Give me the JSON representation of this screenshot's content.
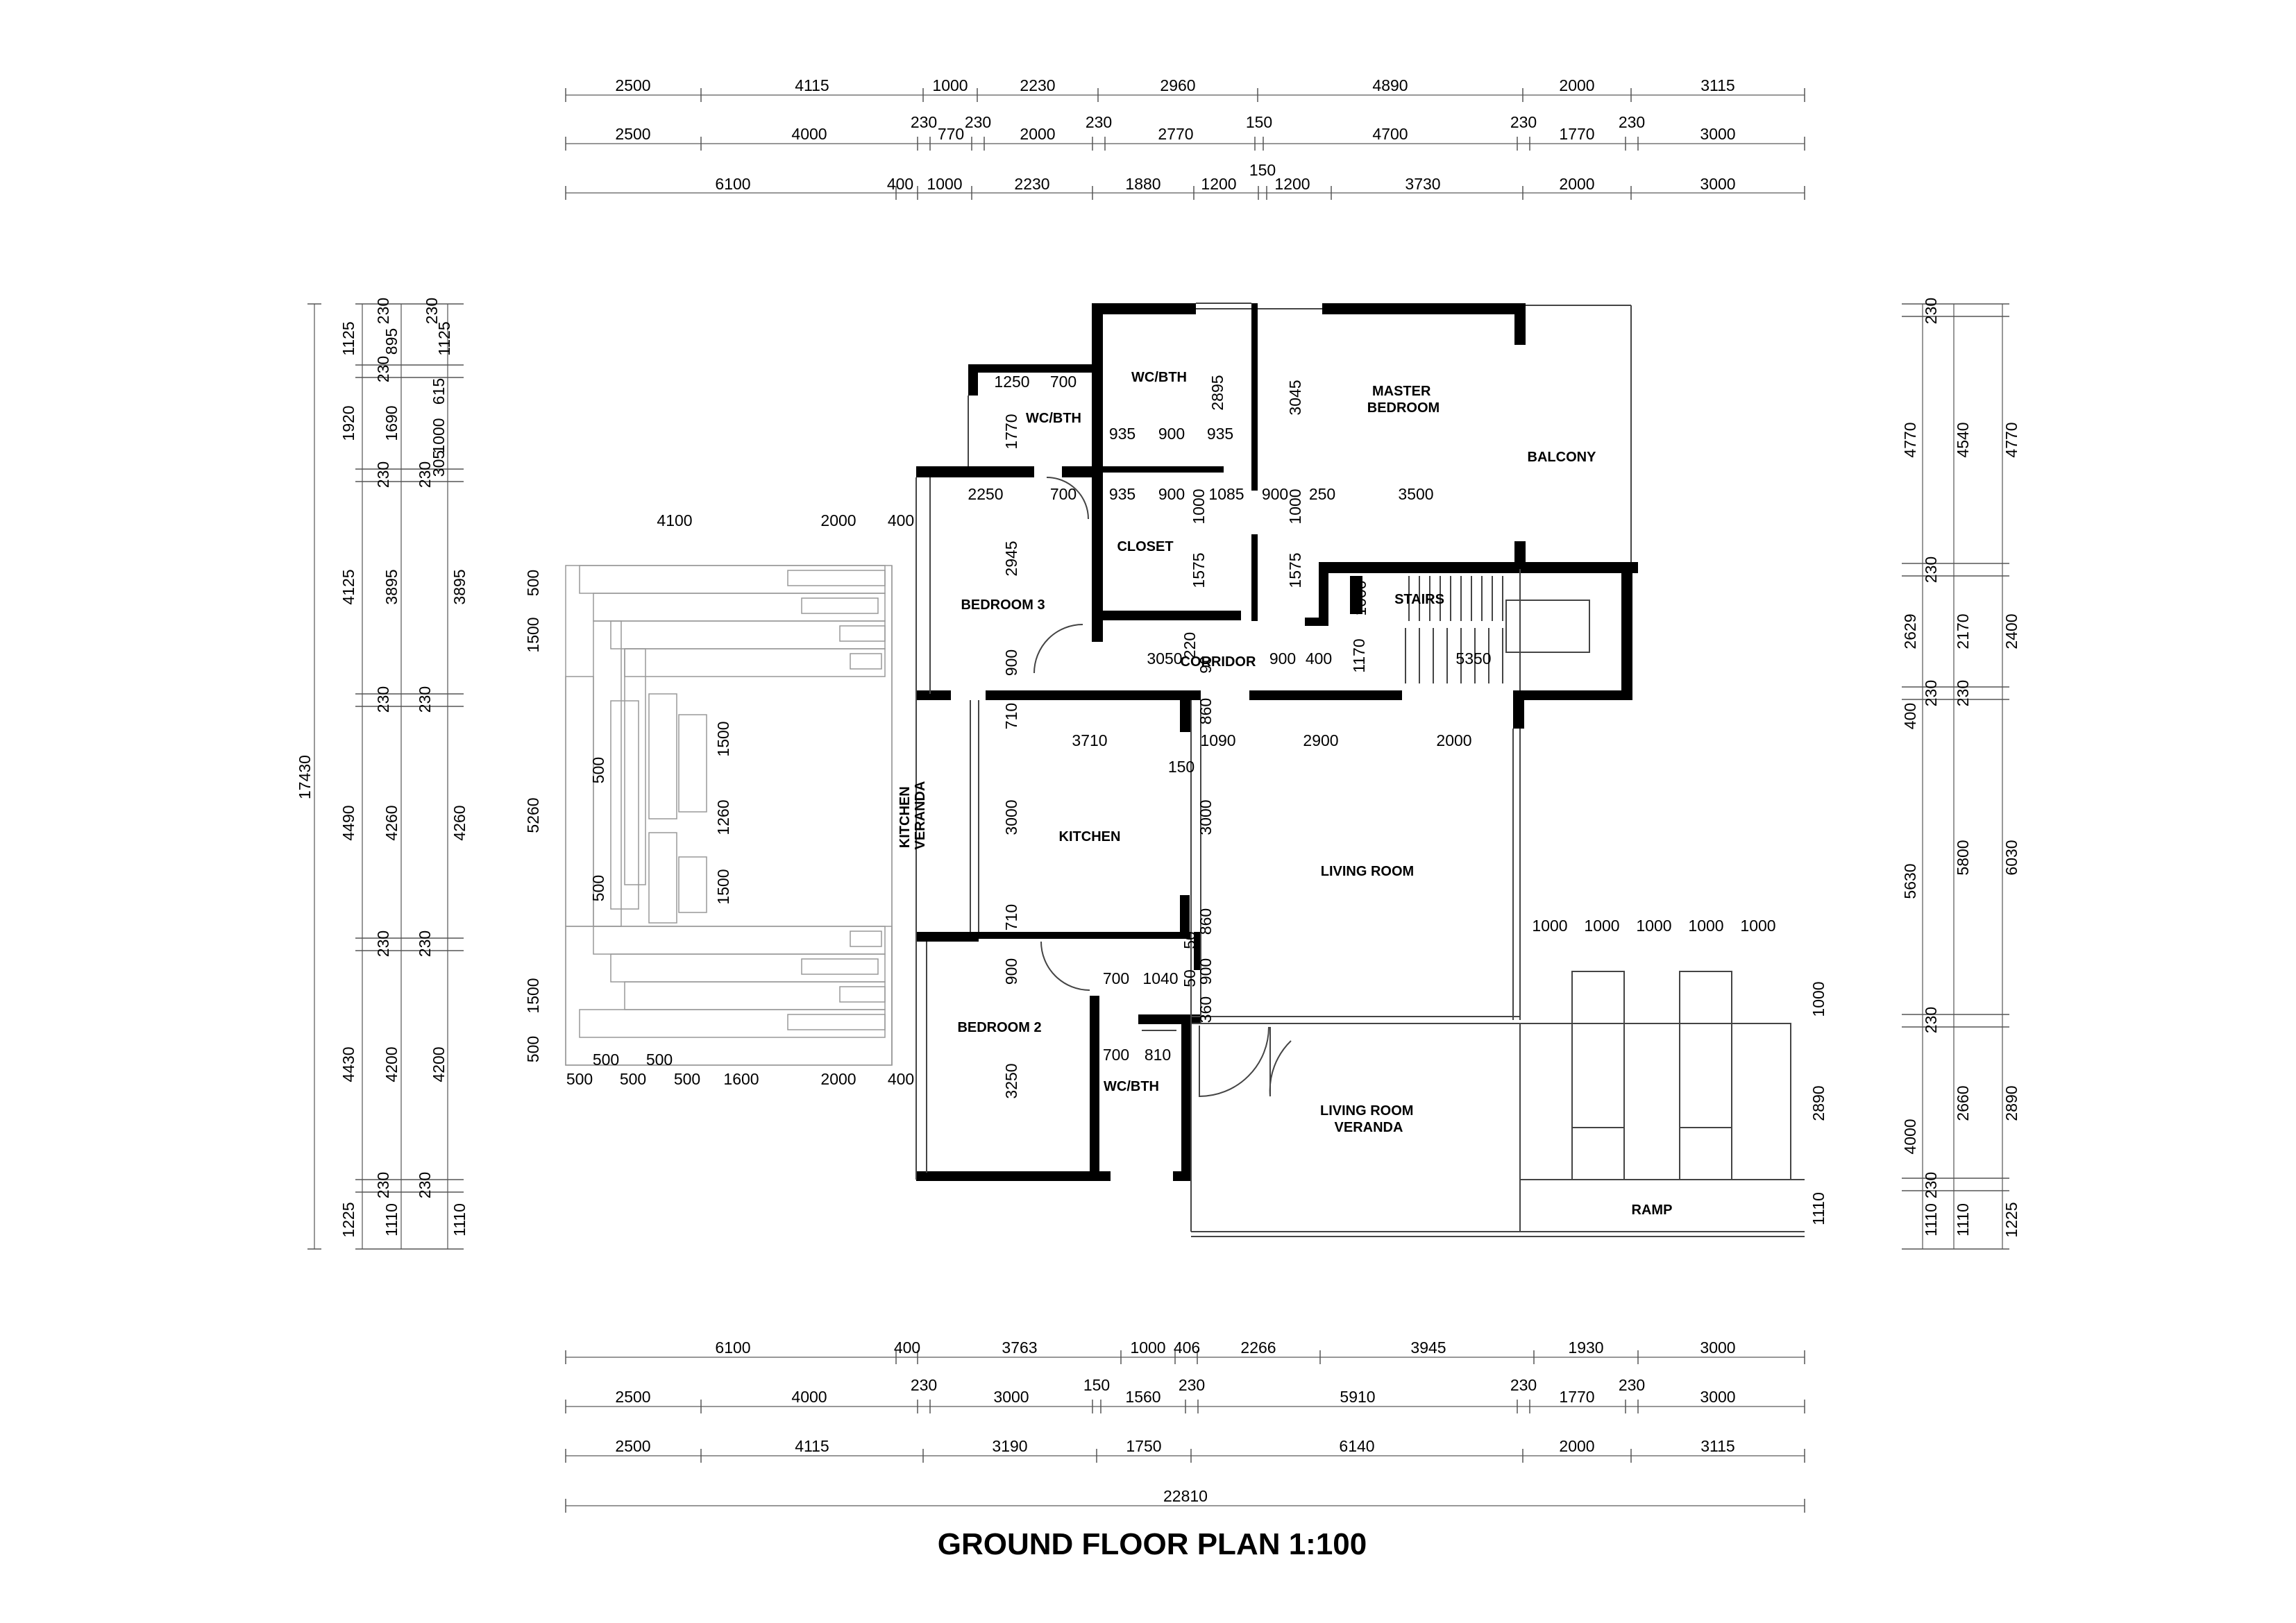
{
  "title": "GROUND FLOOR PLAN 1:100",
  "rooms": {
    "wc_bth_upper": "WC/BTH",
    "wc_bth_small": "WC/BTH",
    "master_bedroom": "MASTER\nBEDROOM",
    "balcony": "BALCONY",
    "closet": "CLOSET",
    "bedroom3": "BEDROOM 3",
    "stairs": "STAIRS",
    "corridor": "CORRIDOR",
    "kitchen_veranda": "KITCHEN\nVERANDA",
    "kitchen": "KITCHEN",
    "living_room": "LIVING ROOM",
    "bedroom2": "BEDROOM 2",
    "wc_bth_lower": "WC/BTH",
    "living_room_veranda": "LIVING ROOM\nVERANDA",
    "ramp": "RAMP"
  },
  "top_dims": {
    "row1": [
      "2500",
      "4115",
      "1000",
      "2230",
      "2960",
      "4890",
      "2000",
      "3115"
    ],
    "row2": [
      "2500",
      "4000",
      "230",
      "770",
      "230",
      "2000",
      "230",
      "2770",
      "150",
      "4700",
      "230",
      "1770",
      "230",
      "3000"
    ],
    "row3": [
      "6100",
      "400",
      "1000",
      "2230",
      "1880",
      "1200",
      "150",
      "1200",
      "3730",
      "2000",
      "3000"
    ]
  },
  "bottom_dims": {
    "row1": [
      "6100",
      "400",
      "3763",
      "1000",
      "406",
      "2266",
      "3945",
      "1930",
      "3000"
    ],
    "row2": [
      "2500",
      "4000",
      "230",
      "3000",
      "150",
      "1560",
      "230",
      "5910",
      "230",
      "1770",
      "230",
      "3000"
    ],
    "row3": [
      "2500",
      "4115",
      "3190",
      "1750",
      "6140",
      "2000",
      "3115"
    ],
    "total": "22810"
  },
  "left_dims": {
    "total": "17430",
    "col1": [
      "1125",
      "1920",
      "4125",
      "4490",
      "4430",
      "1225"
    ],
    "col2": [
      "230",
      "895",
      "230",
      "1690",
      "230",
      "3895",
      "230",
      "4260",
      "230",
      "4200",
      "230",
      "1110"
    ],
    "col3": [
      "230",
      "615",
      "1000",
      "305",
      "230",
      "3895",
      "230",
      "4260",
      "230",
      "4200",
      "230",
      "1110"
    ],
    "col4": [
      "1125"
    ]
  },
  "right_dims": {
    "col1": [
      "230",
      "4770",
      "2629",
      "230",
      "400",
      "5630",
      "4000",
      "230",
      "1110"
    ],
    "col2": [
      "4540",
      "230",
      "2170",
      "230",
      "5800",
      "230",
      "2660",
      "1110"
    ],
    "col3": [
      "4770",
      "2400",
      "6030",
      "2890",
      "1225"
    ]
  },
  "inner_dims": [
    "1250",
    "700",
    "1770",
    "935",
    "900",
    "935",
    "2895",
    "3045",
    "2250",
    "700",
    "935",
    "900",
    "1085",
    "900",
    "1000",
    "1000",
    "250",
    "3500",
    "2945",
    "1575",
    "1575",
    "1000",
    "900",
    "3050",
    "220",
    "90",
    "900",
    "400",
    "1170",
    "5350",
    "710",
    "860",
    "3710",
    "150",
    "1090",
    "2900",
    "2000",
    "3000",
    "3000",
    "710",
    "50",
    "860",
    "900",
    "50",
    "1000",
    "1000",
    "1000",
    "1000",
    "1000",
    "700",
    "1040",
    "900",
    "360",
    "700",
    "810",
    "3250",
    "1000",
    "2890",
    "1110",
    "4100",
    "2000",
    "400",
    "500",
    "1500",
    "5260",
    "1500",
    "500",
    "1500",
    "1260",
    "1500",
    "500",
    "500",
    "500",
    "500",
    "500",
    "500",
    "500",
    "1600",
    "2000",
    "400"
  ]
}
